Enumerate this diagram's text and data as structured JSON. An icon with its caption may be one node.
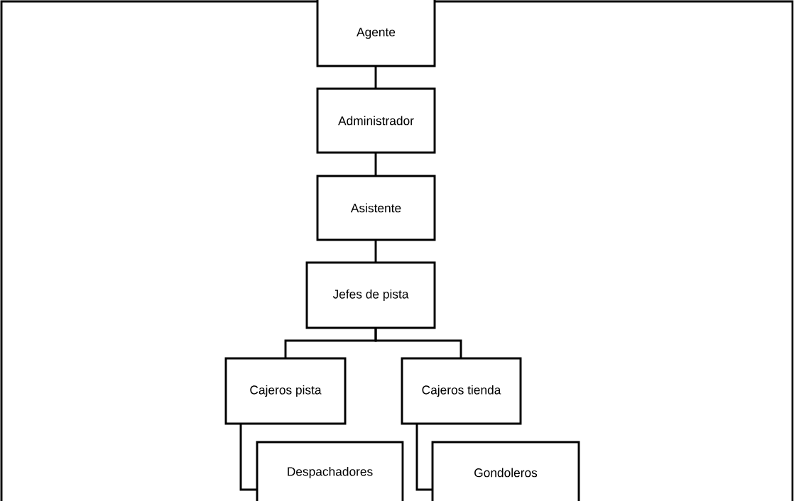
{
  "diagram": {
    "nodes": [
      {
        "text": [
          "Agente"
        ]
      },
      {
        "text": [
          "Administrador"
        ]
      },
      {
        "text": [
          "Asistente"
        ]
      },
      {
        "text": [
          "Jefes de pista"
        ]
      },
      {
        "text": [
          "Cajeros pista"
        ]
      },
      {
        "text": [
          "Cajeros tienda"
        ]
      },
      {
        "text": [
          "Despachadores"
        ]
      },
      {
        "text": [
          "Gondoleros"
        ]
      }
    ],
    "edges": [
      {
        "from": 0,
        "to": 1,
        "arrow": "none"
      },
      {
        "from": 1,
        "to": 2,
        "arrow": "none"
      },
      {
        "from": 2,
        "to": 3,
        "arrow": "none"
      },
      {
        "from": 3,
        "to": 4,
        "arrow": "none"
      },
      {
        "from": 3,
        "to": 5,
        "arrow": "none"
      },
      {
        "from": 4,
        "to": 6,
        "arrow": "none"
      },
      {
        "from": 5,
        "to": 7,
        "arrow": "none"
      }
    ]
  }
}
